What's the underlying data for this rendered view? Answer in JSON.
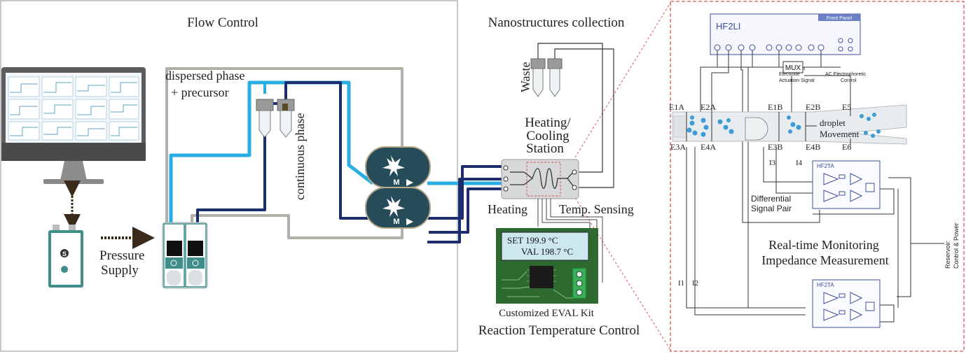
{
  "sections": {
    "flow_control": "Flow Control",
    "nano_collection": "Nanostructures collection",
    "reaction_temp": "Reaction Temperature Control",
    "realtime_line1": "Real-time Monitoring",
    "realtime_line2": "Impedance Measurement"
  },
  "flow": {
    "dispersed_line1": "dispersed phase",
    "dispersed_line2": "+ precursor",
    "continuous": "continuous phase",
    "pressure_line1": "Pressure",
    "pressure_line2": "Supply",
    "pump_letter": "M",
    "controller_symbol": "S"
  },
  "station": {
    "waste": "Waste",
    "heat_line1": "Heating/",
    "heat_line2": "Cooling",
    "heat_line3": "Station",
    "heating": "Heating",
    "temp_sensing": "Temp. Sensing"
  },
  "evalkit": {
    "set_line": "SET 199.9 °C",
    "val_line": "VAL 198.7 °C",
    "caption": "Customized EVAL Kit"
  },
  "impedance": {
    "instrument": "HF2LI",
    "front_panel": "Front Panel",
    "mux": "MUX",
    "electrode_line1": "Electrode",
    "electrode_line2": "Actuation Signal",
    "ac_line1": "AC Electrophoretic",
    "ac_line2": "Control",
    "e1a": "E1A",
    "e2a": "E2A",
    "e1b": "E1B",
    "e2b": "E2B",
    "e3a": "E3A",
    "e4a": "E4A",
    "e3b": "E3B",
    "e4b": "E4B",
    "e5": "E5",
    "e6": "E6",
    "droplet_line1": "droplet",
    "droplet_line2": "Movement",
    "i1": "I1",
    "i2": "I2",
    "i3": "I3",
    "i4": "I4",
    "diff_line1": "Differential",
    "diff_line2": "Signal Pair",
    "amp_label": "HF2TA",
    "side_line1": "Reservoir:",
    "side_line2": "Control & Power"
  }
}
